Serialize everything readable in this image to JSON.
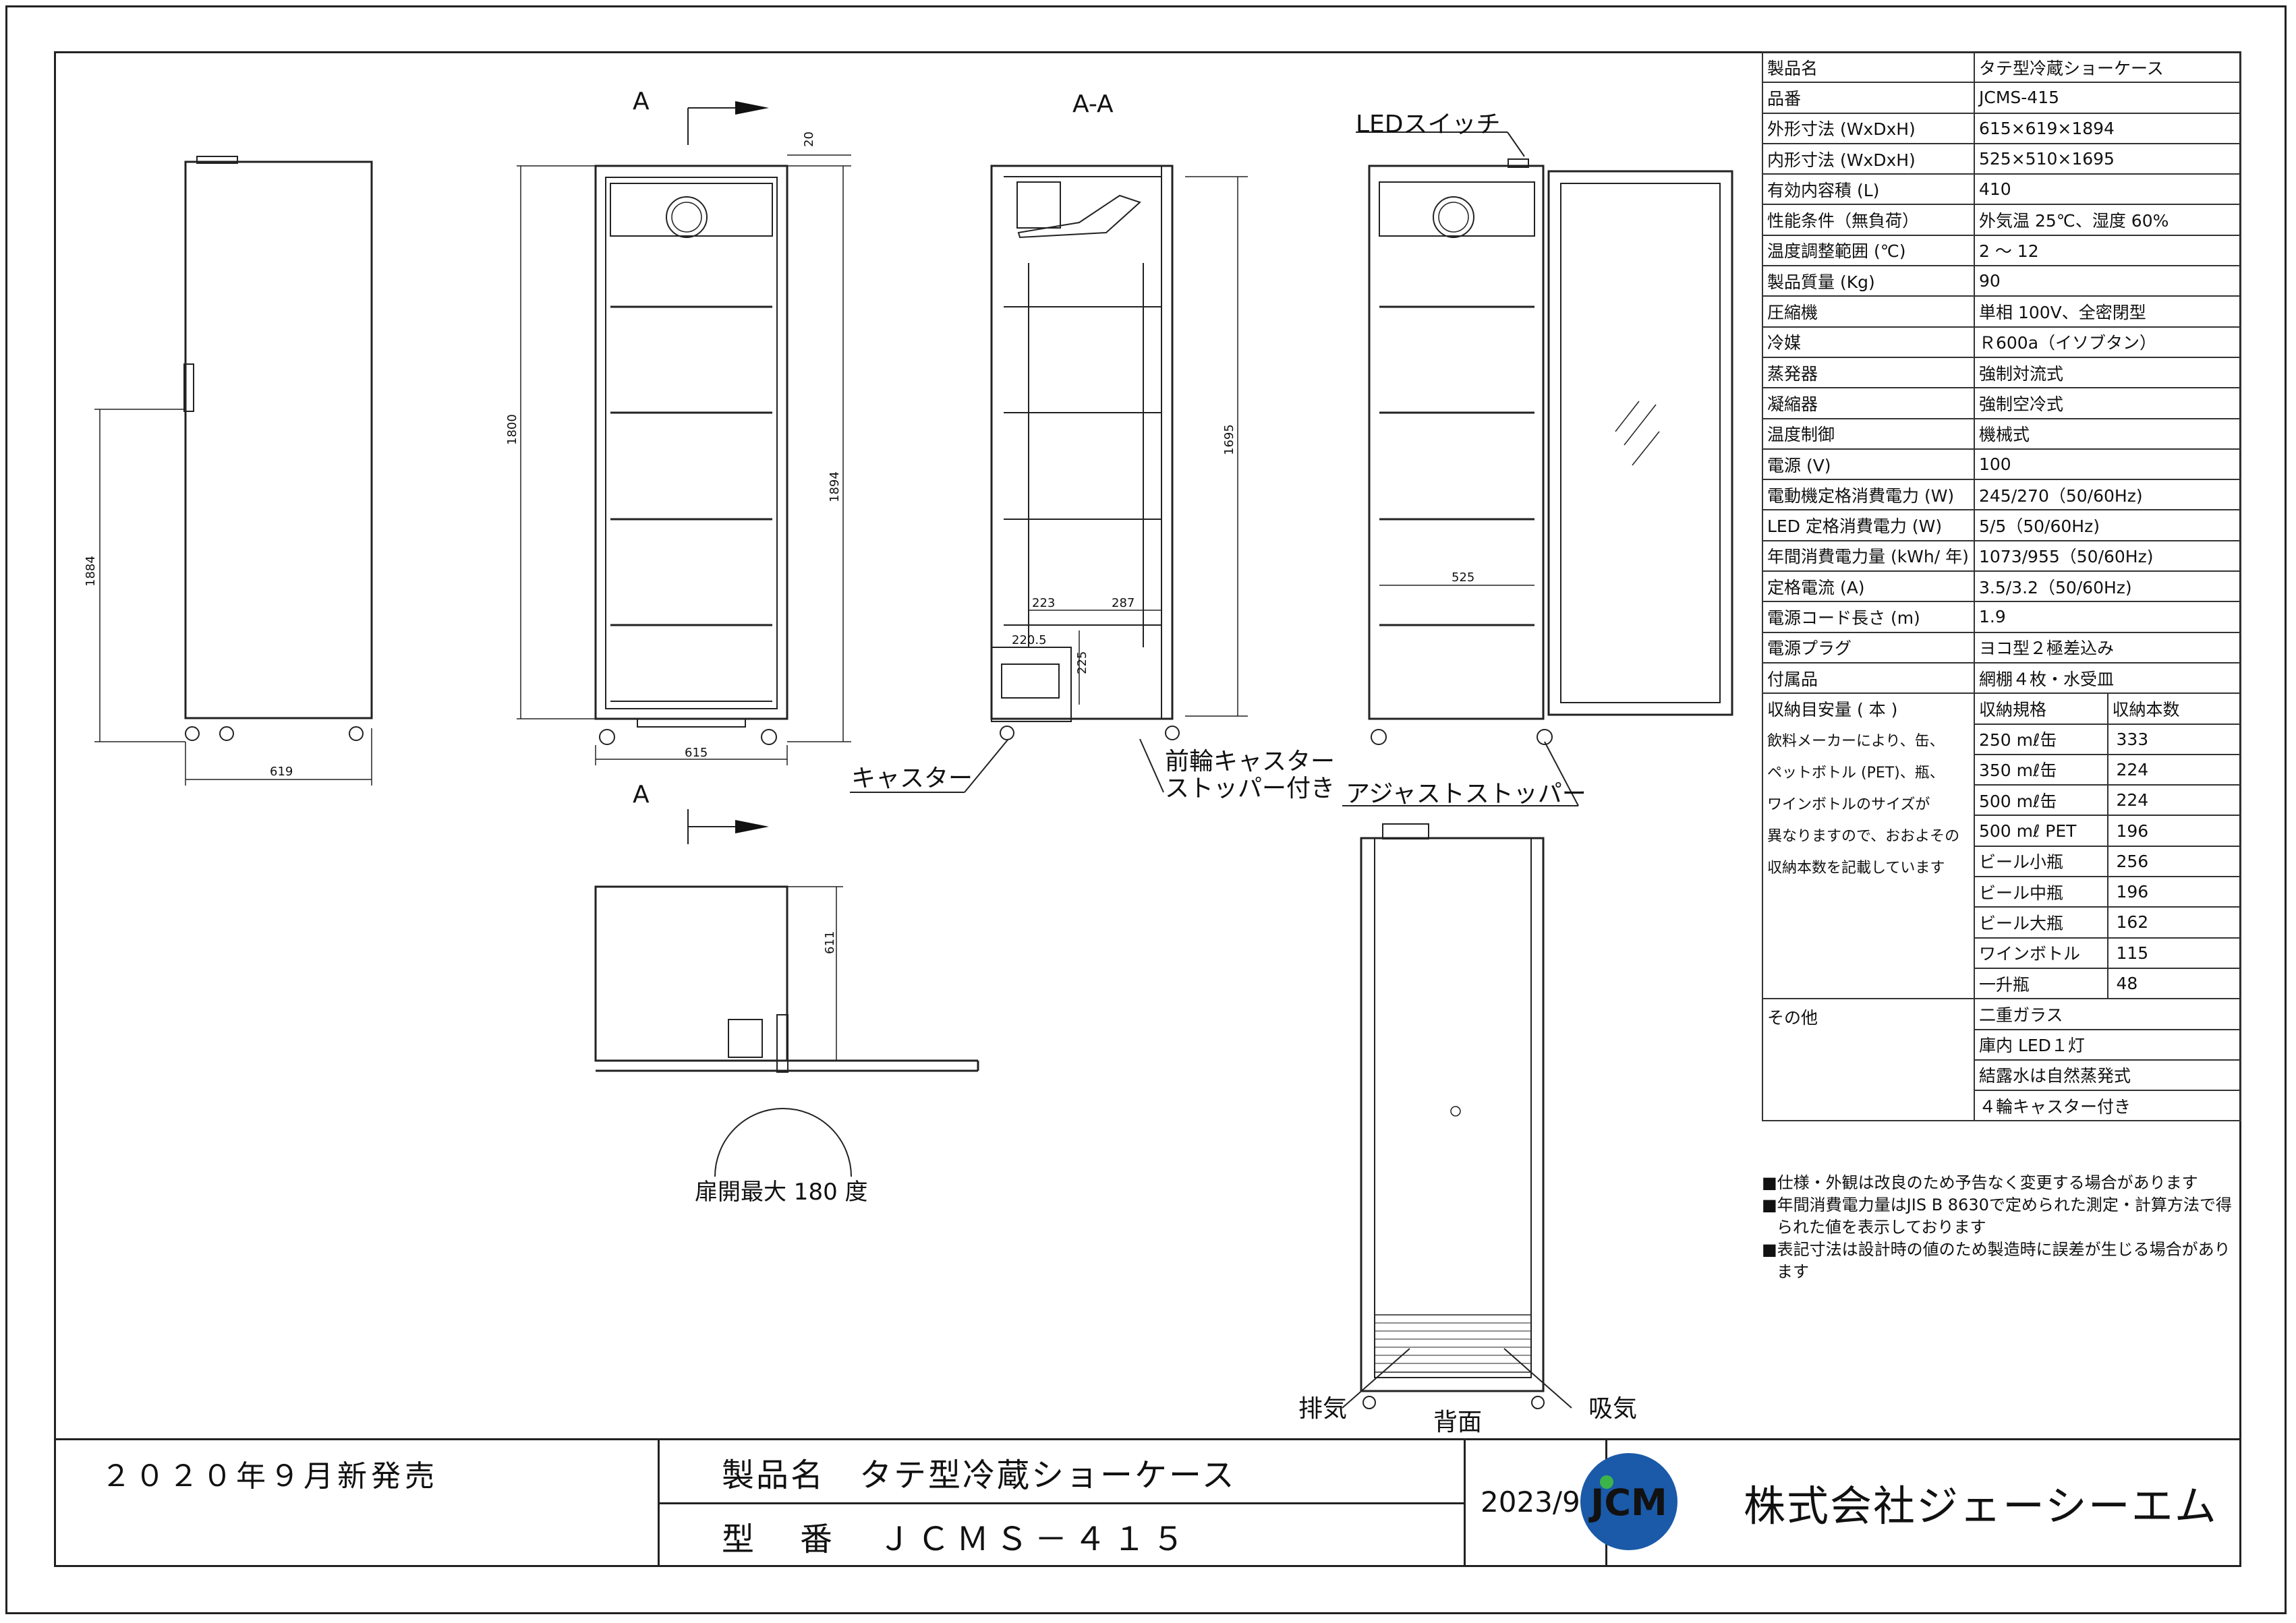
{
  "drawing": {
    "labels": {
      "section_a_top": "A",
      "section_a_bottom": "A",
      "section_aa": "A-A",
      "led_switch": "LEDスイッチ",
      "caster": "キャスター",
      "front_caster_l1": "前輪キャスター",
      "front_caster_l2": "ストッパー付き",
      "adjust_stopper": "アジャストストッパー",
      "door_open": "扉開最大 180 度",
      "exhaust": "排気",
      "back": "背面",
      "intake": "吸気"
    },
    "dims": {
      "d20": "20",
      "d1800": "1800",
      "d1894": "1894",
      "d1884": "1884",
      "d1695": "1695",
      "d619": "619",
      "d615": "615",
      "d611": "611",
      "d525": "525",
      "d223": "223",
      "d287": "287",
      "d2205": "220.5",
      "d225": "225"
    }
  },
  "spec": {
    "rows": [
      {
        "k": "製品名",
        "v": "タテ型冷蔵ショーケース"
      },
      {
        "k": "品番",
        "v": "JCMS-415"
      },
      {
        "k": "外形寸法 (WxDxH)",
        "v": "615×619×1894"
      },
      {
        "k": "内形寸法 (WxDxH)",
        "v": "525×510×1695"
      },
      {
        "k": "有効内容積 (L)",
        "v": "410"
      },
      {
        "k": "性能条件（無負荷）",
        "v": "外気温 25℃、湿度 60%"
      },
      {
        "k": "温度調整範囲 (℃)",
        "v": "2 〜 12"
      },
      {
        "k": "製品質量 (Kg)",
        "v": "90"
      },
      {
        "k": "圧縮機",
        "v": "単相 100V、全密閉型"
      },
      {
        "k": "冷媒",
        "v": "Ｒ600a（イソブタン）"
      },
      {
        "k": "蒸発器",
        "v": "強制対流式"
      },
      {
        "k": "凝縮器",
        "v": "強制空冷式"
      },
      {
        "k": "温度制御",
        "v": "機械式"
      },
      {
        "k": "電源 (V)",
        "v": "100"
      },
      {
        "k": "電動機定格消費電力 (W)",
        "v": "245/270（50/60Hz)"
      },
      {
        "k": "LED 定格消費電力 (W)",
        "v": "5/5（50/60Hz)"
      },
      {
        "k": "年間消費電力量 (kWh/ 年)",
        "v": "1073/955（50/60Hz)"
      },
      {
        "k": "定格電流 (A)",
        "v": "3.5/3.2（50/60Hz)"
      },
      {
        "k": "電源コード長さ (m)",
        "v": "1.9"
      },
      {
        "k": "電源プラグ",
        "v": "ヨコ型２極差込み"
      },
      {
        "k": "付属品",
        "v": "網棚４枚・水受皿"
      }
    ],
    "capacity": {
      "title": "収納目安量 ( 本 )",
      "head_spec": "収納規格",
      "head_count": "収納本数",
      "note_lines": [
        "飲料メーカーにより、缶、",
        "ペットボトル (PET)、瓶、",
        "ワインボトルのサイズが",
        "異なりますので、おおよその",
        "収納本数を記載しています"
      ],
      "items": [
        {
          "name": "250 mℓ缶",
          "count": "333"
        },
        {
          "name": "350 mℓ缶",
          "count": "224"
        },
        {
          "name": "500 mℓ缶",
          "count": "224"
        },
        {
          "name": "500 mℓ PET",
          "count": "196"
        },
        {
          "name": "ビール小瓶",
          "count": "256"
        },
        {
          "name": "ビール中瓶",
          "count": "196"
        },
        {
          "name": "ビール大瓶",
          "count": "162"
        },
        {
          "name": "ワインボトル",
          "count": "115"
        },
        {
          "name": "一升瓶",
          "count": " 48"
        }
      ]
    },
    "other": {
      "label": "その他",
      "items": [
        "二重ガラス",
        "庫内 LED１灯",
        "結露水は自然蒸発式",
        "４輪キャスター付き"
      ]
    }
  },
  "footnotes": [
    "■仕様・外観は改良のため予告なく変更する場合があります",
    "■年間消費電力量はJIS B 8630で定められた測定・計算方法で得られた値を表示しております",
    "■表記寸法は設計時の値のため製造時に誤差が生じる場合があります"
  ],
  "title_block": {
    "release": "２０２０年９月新発売",
    "product_name": "製品名　タテ型冷蔵ショーケース",
    "model": "型　番　ＪＣＭＳ－４１５",
    "revision": "2023/9",
    "company": "株式会社ジェーシーエム",
    "logo_text": "JCM"
  },
  "colors": {
    "logo_blue": "#1a5aa8",
    "logo_green": "#3cb44a",
    "line": "#222222"
  }
}
